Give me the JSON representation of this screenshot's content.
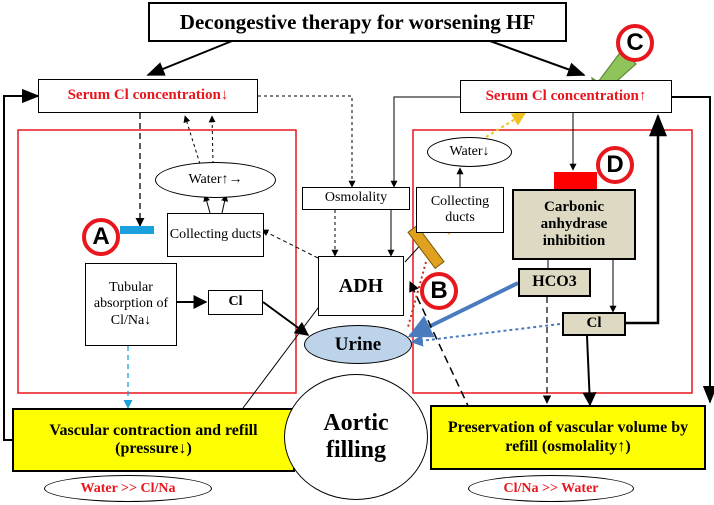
{
  "title": "Decongestive therapy for worsening HF",
  "left": {
    "serum": "Serum Cl concentration↓",
    "water": "Water↑→",
    "collecting": "Collecting ducts",
    "tubular": "Tubular absorption of Cl/Na↓",
    "cl": "Cl",
    "vascular": "Vascular contraction and refill (pressure↓)",
    "ratio": "Water >> Cl/Na",
    "marker": "A"
  },
  "center": {
    "osmolality": "Osmolality",
    "adh": "ADH",
    "urine": "Urine",
    "aortic": "Aortic filling",
    "marker": "B"
  },
  "right": {
    "serum": "Serum Cl concentration↑",
    "water": "Water↓",
    "collecting": "Collecting ducts",
    "carbonic": "Carbonic anhydrase inhibition",
    "hco3": "HCO3",
    "cl": "Cl",
    "preservation": "Preservation of vascular volume by refill (osmolality↑)",
    "ratio": "Cl/Na >> Water",
    "marker_c": "C",
    "marker_d": "D"
  },
  "colors": {
    "red": "#e8171e",
    "yellow": "#fefe03",
    "beige": "#ded9c3",
    "urine_fill": "#bdd3ea",
    "blue_bar": "#1aa0dc",
    "orange_bar": "#e0a21e",
    "green_arrow": "#8fc45a",
    "blue_arrow": "#4a7bbf",
    "gold_dotted": "#f0c020"
  }
}
